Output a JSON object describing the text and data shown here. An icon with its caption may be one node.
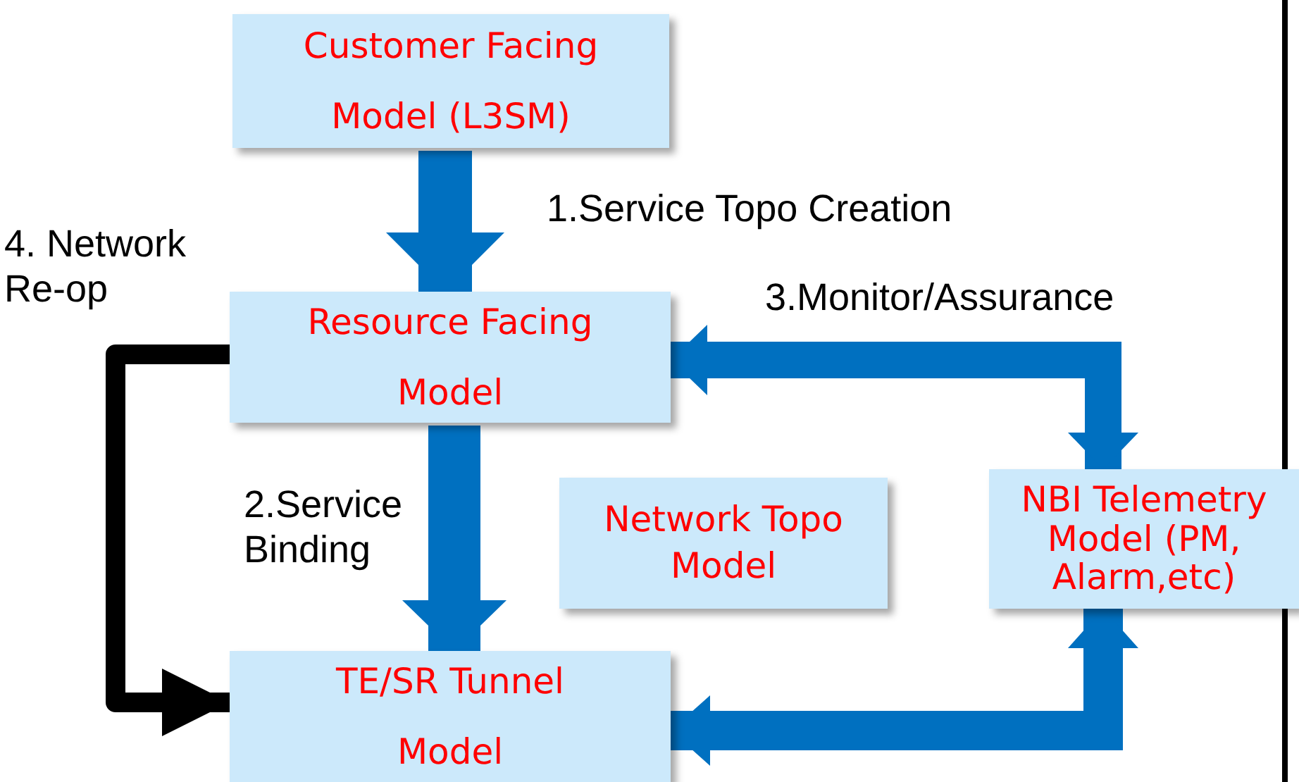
{
  "diagram": {
    "nodes": [
      {
        "text": [
          "Customer Facing Model (L3SM)"
        ]
      },
      {
        "text": [
          "Resource Facing Model"
        ]
      },
      {
        "text": [
          "Network Topo Model"
        ]
      },
      {
        "text": [
          "NBI Telemetry Model (PM, Alarm,etc)"
        ]
      },
      {
        "text": [
          "TE/SR Tunnel Model"
        ]
      }
    ],
    "edges": [
      {
        "from": 0,
        "to": 1,
        "arrow": "to",
        "label": "1.Service Topo Creation"
      },
      {
        "from": 1,
        "to": 4,
        "arrow": "to",
        "label": "2.Service Binding"
      },
      {
        "from": 1,
        "to": 3,
        "arrow": "both",
        "label": "3.Monitor/Assurance"
      },
      {
        "from": 3,
        "to": 4,
        "arrow": "both"
      },
      {
        "from": 1,
        "to": 4,
        "arrow": "to",
        "label": "4. Network Re-op",
        "color": "#000000"
      }
    ]
  }
}
